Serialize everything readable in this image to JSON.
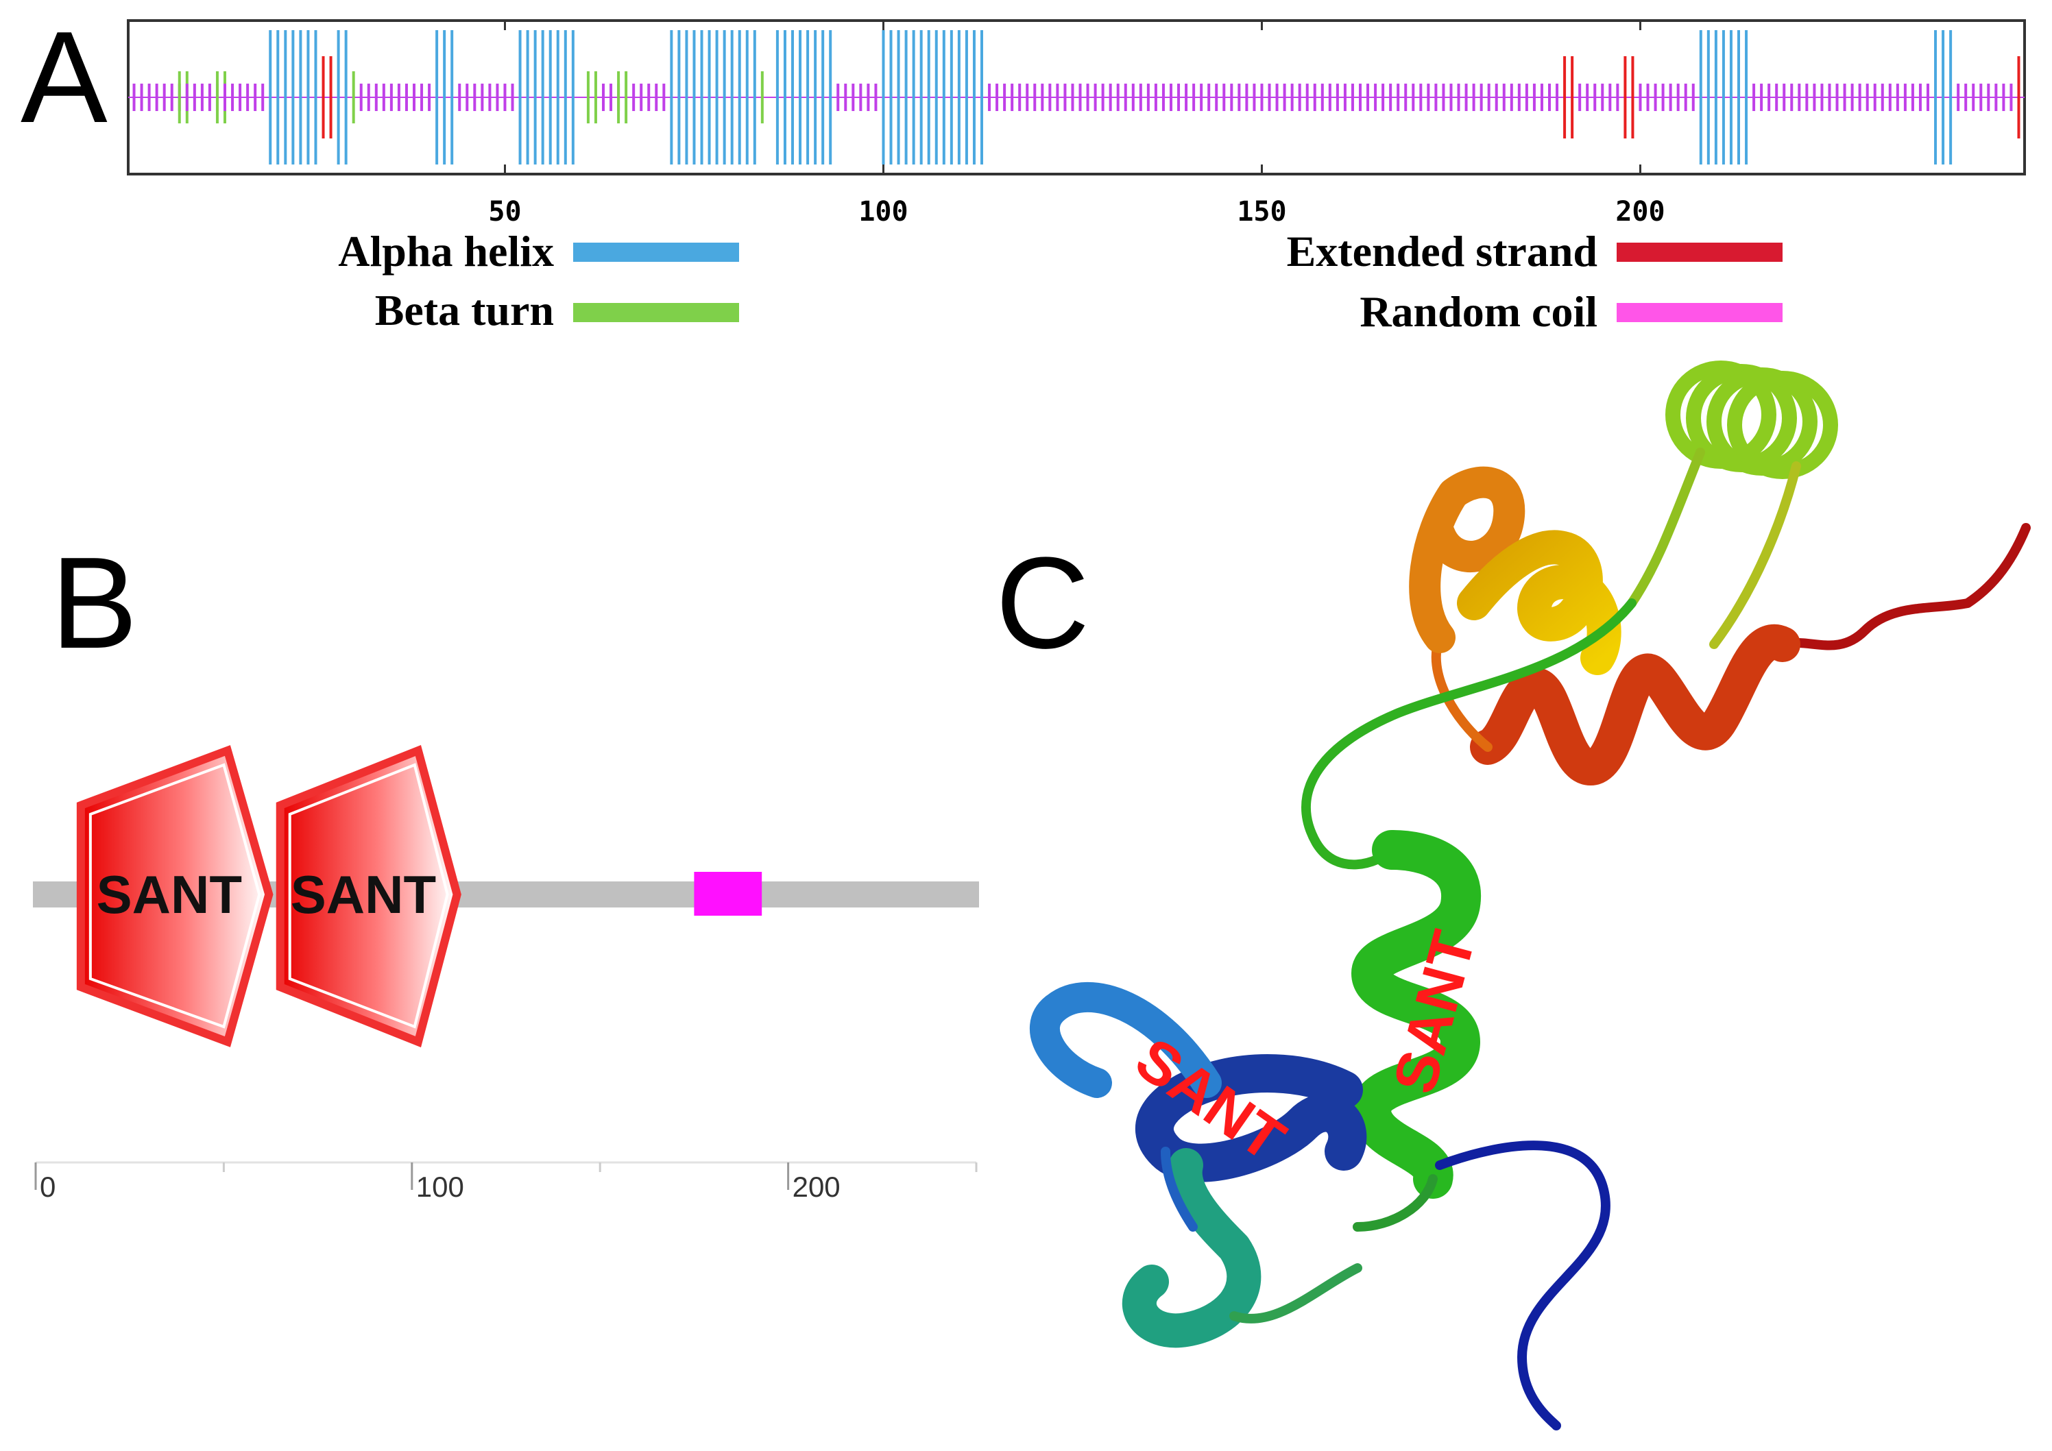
{
  "panels": {
    "a": "A",
    "b": "B",
    "c": "C"
  },
  "colors": {
    "alpha_helix": "#4aa8e0",
    "beta_turn": "#7fd04a",
    "extended_strand": "#e82020",
    "random_coil": "#c040e8",
    "random_coil_legend": "#ff55e8",
    "domain_red": "#f03030",
    "motif_magenta": "#ff10ff",
    "backbone_gray": "#c0c0c0"
  },
  "panel_a": {
    "x_ticks": [
      50,
      100,
      150,
      200
    ],
    "x_tick_labels": [
      "50",
      "100",
      "150",
      "200"
    ],
    "length": 250,
    "legend": [
      {
        "label": "Alpha helix",
        "color": "#4aa8e0"
      },
      {
        "label": "Beta turn",
        "color": "#7fd04a"
      },
      {
        "label": "Extended strand",
        "color": "#d81a30"
      },
      {
        "label": "Random coil",
        "color": "#ff55e8"
      }
    ],
    "segments": [
      {
        "type": "coil",
        "start": 1,
        "end": 7
      },
      {
        "type": "turn",
        "start": 7,
        "end": 8
      },
      {
        "type": "coil",
        "start": 8,
        "end": 12
      },
      {
        "type": "turn",
        "start": 12,
        "end": 13
      },
      {
        "type": "coil",
        "start": 13,
        "end": 18
      },
      {
        "type": "helix",
        "start": 19,
        "end": 25
      },
      {
        "type": "strand",
        "start": 26,
        "end": 27
      },
      {
        "type": "helix",
        "start": 28,
        "end": 29
      },
      {
        "type": "turn",
        "start": 30,
        "end": 30
      },
      {
        "type": "coil",
        "start": 31,
        "end": 40
      },
      {
        "type": "helix",
        "start": 41,
        "end": 43
      },
      {
        "type": "coil",
        "start": 44,
        "end": 51
      },
      {
        "type": "helix",
        "start": 52,
        "end": 59
      },
      {
        "type": "turn",
        "start": 61,
        "end": 62
      },
      {
        "type": "coil",
        "start": 63,
        "end": 65
      },
      {
        "type": "turn",
        "start": 65,
        "end": 66
      },
      {
        "type": "coil",
        "start": 67,
        "end": 71
      },
      {
        "type": "helix",
        "start": 72,
        "end": 83
      },
      {
        "type": "turn",
        "start": 84,
        "end": 84
      },
      {
        "type": "helix",
        "start": 86,
        "end": 93
      },
      {
        "type": "coil",
        "start": 94,
        "end": 99
      },
      {
        "type": "helix",
        "start": 100,
        "end": 113
      },
      {
        "type": "coil",
        "start": 114,
        "end": 189
      },
      {
        "type": "strand",
        "start": 190,
        "end": 191
      },
      {
        "type": "coil",
        "start": 192,
        "end": 197
      },
      {
        "type": "strand",
        "start": 198,
        "end": 199
      },
      {
        "type": "coil",
        "start": 200,
        "end": 207
      },
      {
        "type": "helix",
        "start": 208,
        "end": 214
      },
      {
        "type": "coil",
        "start": 215,
        "end": 238
      },
      {
        "type": "helix",
        "start": 239,
        "end": 241
      },
      {
        "type": "coil",
        "start": 242,
        "end": 249
      },
      {
        "type": "strand",
        "start": 250,
        "end": 250
      }
    ]
  },
  "panel_b": {
    "scale_max": 250,
    "ticks_major": [
      0,
      100,
      200
    ],
    "tick_labels": [
      "0",
      "100",
      "200"
    ],
    "ticks_minor": [
      50,
      150,
      250
    ],
    "domains": [
      {
        "label": "SANT",
        "start": 12,
        "end": 62
      },
      {
        "label": "SANT",
        "start": 65,
        "end": 112
      }
    ],
    "motifs": [
      {
        "start": 175,
        "end": 193
      }
    ]
  },
  "panel_c": {
    "labels": [
      "SANT",
      "SANT"
    ]
  }
}
